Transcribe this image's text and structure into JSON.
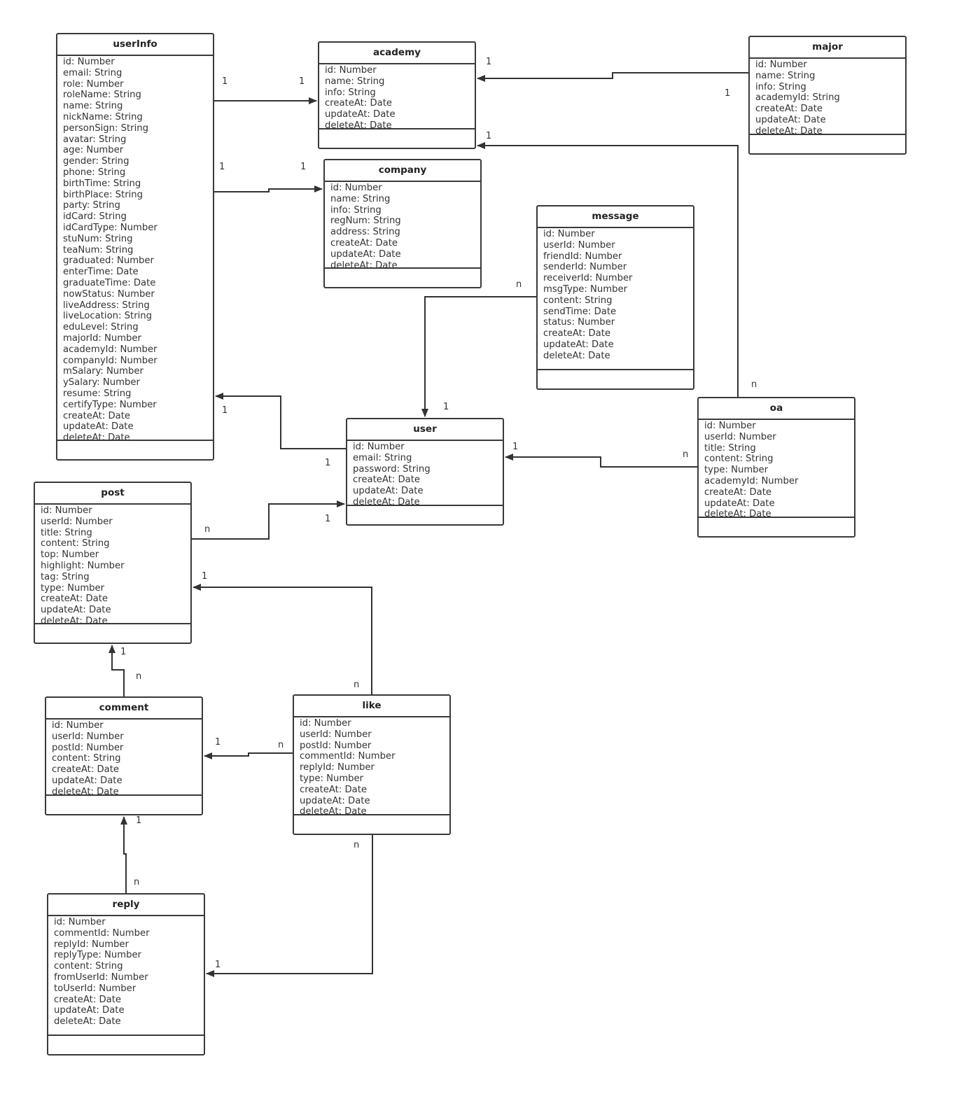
{
  "entities": [
    {
      "id": "userInfo",
      "name": "userInfo",
      "fields": [
        "id: Number",
        "email: String",
        "role: Number",
        "roleName: String",
        "name: String",
        "nickName: String",
        "personSign: String",
        "avatar: String",
        "age: Number",
        "gender: String",
        "phone: String",
        "birthTime: String",
        "birthPlace: String",
        "party: String",
        "idCard: String",
        "idCardType: Number",
        "stuNum: String",
        "teaNum: String",
        "graduated: Number",
        "enterTime: Date",
        "graduateTime: Date",
        "nowStatus: Number",
        "liveAddress: String",
        "liveLocation: String",
        "eduLevel: String",
        "majorId: Number",
        "academyId: Number",
        "companyId: Number",
        "mSalary: Number",
        "ySalary: Number",
        "resume: String",
        "certifyType: Number",
        "createAt: Date",
        "updateAt: Date",
        "deleteAt: Date"
      ]
    },
    {
      "id": "academy",
      "name": "academy",
      "fields": [
        "id: Number",
        "name: String",
        "info: String",
        "createAt: Date",
        "updateAt: Date",
        "deleteAt: Date"
      ]
    },
    {
      "id": "major",
      "name": "major",
      "fields": [
        "id: Number",
        "name: String",
        "info: String",
        "academyId: String",
        "createAt: Date",
        "updateAt: Date",
        "deleteAt: Date"
      ]
    },
    {
      "id": "company",
      "name": "company",
      "fields": [
        "id: Number",
        "name: String",
        "info: String",
        "regNum: String",
        "address: String",
        "createAt: Date",
        "updateAt: Date",
        "deleteAt: Date"
      ]
    },
    {
      "id": "message",
      "name": "message",
      "fields": [
        "id: Number",
        "userId: Number",
        "friendId: Number",
        "senderId: Number",
        "receiverId: Number",
        "msgType: Number",
        "content: String",
        "sendTime: Date",
        "status: Number",
        "createAt: Date",
        "updateAt: Date",
        "deleteAt: Date"
      ]
    },
    {
      "id": "user",
      "name": "user",
      "fields": [
        "id: Number",
        "email: String",
        "password: String",
        "createAt: Date",
        "updateAt: Date",
        "deleteAt: Date"
      ]
    },
    {
      "id": "oa",
      "name": "oa",
      "fields": [
        "id: Number",
        "userId: Number",
        "title: String",
        "content: String",
        "type: Number",
        "academyId: Number",
        "createAt: Date",
        "updateAt: Date",
        "deleteAt: Date"
      ]
    },
    {
      "id": "post",
      "name": "post",
      "fields": [
        "id: Number",
        "userId: Number",
        "title: String",
        "content: String",
        "top: Number",
        "highlight: Number",
        "tag: String",
        "type: Number",
        "createAt: Date",
        "updateAt: Date",
        "deleteAt: Date"
      ]
    },
    {
      "id": "comment",
      "name": "comment",
      "fields": [
        "id: Number",
        "userId: Number",
        "postId: Number",
        "content: String",
        "createAt: Date",
        "updateAt: Date",
        "deleteAt: Date"
      ]
    },
    {
      "id": "like",
      "name": "like",
      "fields": [
        "id: Number",
        "userId: Number",
        "postId: Number",
        "commentId: Number",
        "replyId: Number",
        "type: Number",
        "createAt: Date",
        "updateAt: Date",
        "deleteAt: Date"
      ]
    },
    {
      "id": "reply",
      "name": "reply",
      "fields": [
        "id: Number",
        "commentId: Number",
        "replyId: Number",
        "replyType: Number",
        "content: String",
        "fromUserId: Number",
        "toUserId: Number",
        "createAt: Date",
        "updateAt: Date",
        "deleteAt: Date"
      ]
    }
  ],
  "relationships": [
    {
      "from": "userInfo",
      "to": "academy",
      "from_mult": "1",
      "to_mult": "1"
    },
    {
      "from": "major",
      "to": "academy",
      "from_mult": "1",
      "to_mult": "1"
    },
    {
      "from": "oa",
      "to": "academy",
      "from_mult": "n",
      "to_mult": "1"
    },
    {
      "from": "userInfo",
      "to": "company",
      "from_mult": "1",
      "to_mult": "1"
    },
    {
      "from": "message",
      "to": "user",
      "from_mult": "n",
      "to_mult": "1"
    },
    {
      "from": "user",
      "to": "userInfo",
      "from_mult": "1",
      "to_mult": "1"
    },
    {
      "from": "oa",
      "to": "user",
      "from_mult": "n",
      "to_mult": "1"
    },
    {
      "from": "post",
      "to": "user",
      "from_mult": "n",
      "to_mult": "1"
    },
    {
      "from": "like",
      "to": "post",
      "from_mult": "n",
      "to_mult": "1"
    },
    {
      "from": "comment",
      "to": "post",
      "from_mult": "n",
      "to_mult": "1"
    },
    {
      "from": "like",
      "to": "comment",
      "from_mult": "n",
      "to_mult": "1"
    },
    {
      "from": "reply",
      "to": "comment",
      "from_mult": "n",
      "to_mult": "1"
    },
    {
      "from": "like",
      "to": "reply",
      "from_mult": "n",
      "to_mult": "1"
    }
  ]
}
